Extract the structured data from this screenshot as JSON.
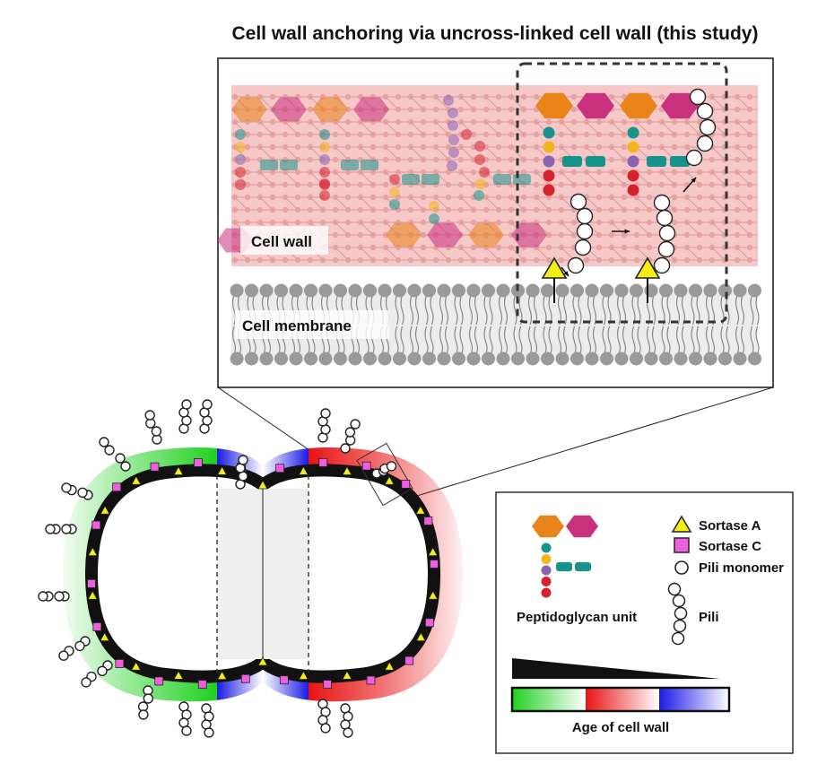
{
  "title": "Cell wall anchoring via uncross-linked cell wall (this study)",
  "inset": {
    "cell_wall_label": "Cell wall",
    "cell_membrane_label": "Cell membrane"
  },
  "legend": {
    "peptidoglycan_label": "Peptidoglycan unit",
    "sortase_a_label": "Sortase A",
    "sortase_c_label": "Sortase C",
    "pili_monomer_label": "Pili monomer",
    "pili_label": "Pili",
    "age_label": "Age of cell wall"
  },
  "colors": {
    "orange_sugar": "#e8841a",
    "magenta_sugar": "#c9307e",
    "teal": "#16938a",
    "yellow": "#f2b51c",
    "purple": "#8a64b0",
    "red": "#d6222d",
    "cell_wall_pink": "#f7c8c8",
    "membrane_gray": "#9a9a9a",
    "sortase_a": "#f5ee12",
    "sortase_c": "#ee5fe0",
    "age_green": "#1fd11f",
    "age_red": "#e81414",
    "age_blue": "#1a1ae6"
  }
}
